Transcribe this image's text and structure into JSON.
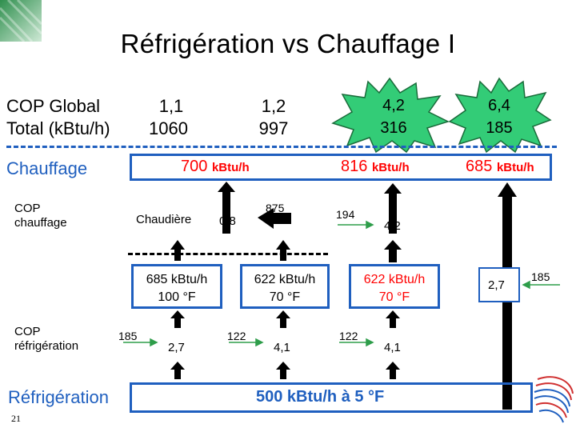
{
  "title": "Réfrigération vs Chauffage I",
  "cop_global_label": "COP Global",
  "total_label": "Total (kBtu/h)",
  "columns": [
    {
      "cop": "1,1",
      "total": "1060"
    },
    {
      "cop": "1,2",
      "total": "997"
    },
    {
      "cop": "4,2",
      "total": "316"
    },
    {
      "cop": "6,4",
      "total": "185"
    }
  ],
  "chauffage_label": "Chauffage",
  "chauffage_values": [
    {
      "num": "700",
      "unit": "kBtu/h"
    },
    {
      "num": "816",
      "unit": "kBtu/h"
    },
    {
      "num": "685",
      "unit": "kBtu/h"
    }
  ],
  "cop_chauffage_label": "COP chauffage",
  "cop_refrigeration_label": "COP réfrigération",
  "chaudiere_label": "Chaudière",
  "values": {
    "cop_08": "0,8",
    "v875": "875",
    "v194": "194",
    "cop_42_top": "4,2",
    "v185_left": "185",
    "cop_27_left": "2,7",
    "v122_a": "122",
    "cop_41_a": "4,1",
    "v122_b": "122",
    "cop_41_b": "4,1",
    "cop_27_right": "2,7",
    "v185_right": "185"
  },
  "temp_boxes": [
    {
      "line1": "685 kBtu/h",
      "line2": "100 °F"
    },
    {
      "line1": "622 kBtu/h",
      "line2": "70 °F"
    },
    {
      "line1": "622 kBtu/h",
      "line2": "70 °F"
    }
  ],
  "refrigeration_label": "Réfrigération",
  "refrigeration_value": "500 kBtu/h à 5 °F",
  "page_number": "21",
  "colors": {
    "blue": "#1f5fbf",
    "red": "#ff0000",
    "badge_fill": "#33cc77",
    "green_arrow": "#2e9d4a"
  }
}
